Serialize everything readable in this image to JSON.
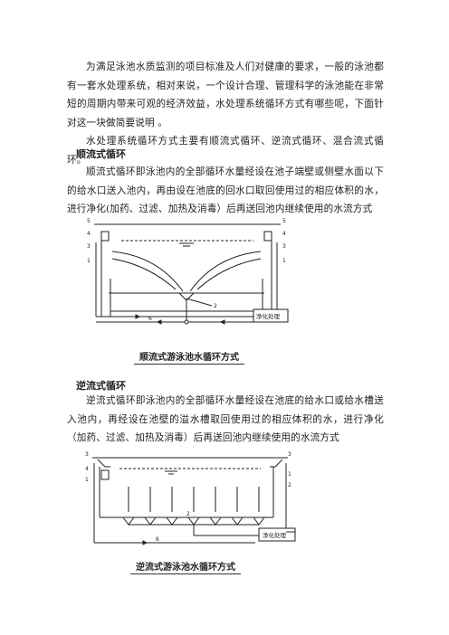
{
  "intro": {
    "p1": "为满足泳池水质监测的项目标准及人们对健康的要求，一般的泳池都有一套水处理系统，相对来说，一个设计合理、管理科学的泳池能在非常短的周期内带来可观的经济效益，水处理系统循环方式有哪些呢，下面针对这一块做简要说明 。",
    "p2": "水处理系统循环方式主要有顺流式循环、逆流式循环、混合流式循环。"
  },
  "section1": {
    "heading": "顺流式循环",
    "body": "顺流式循环即泳池内的全部循环水量经设在池子端壁或侧壁水面以下的给水口送入池内，再由设在池底的回水口取回使用过的相应体积的水，进行净化(加药、过滤、加热及消毒）后再送回池内继续使用的水流方式",
    "figure": {
      "box_label": "净化处理",
      "caption": "顺流式游泳池水循环方式",
      "labels": [
        "5",
        "5",
        "4",
        "4",
        "3",
        "3",
        "1",
        "1",
        "2",
        "6"
      ]
    }
  },
  "section2": {
    "heading": "逆流式循环",
    "body": "逆流式循环即泳池内的全部循环水量经设在池底的给水口或给水槽送入池内，再经设在池壁的溢水槽取回使用过的相应体积的水，进行净化（加药、过滤、加热及消毒）后再送回池内继续使用的水流方式",
    "figure": {
      "box_label": "净化处理",
      "caption": "逆流式游泳池水循环方式",
      "labels": [
        "3",
        "3",
        "4",
        "1",
        "1",
        "2",
        "2",
        "6"
      ]
    }
  }
}
